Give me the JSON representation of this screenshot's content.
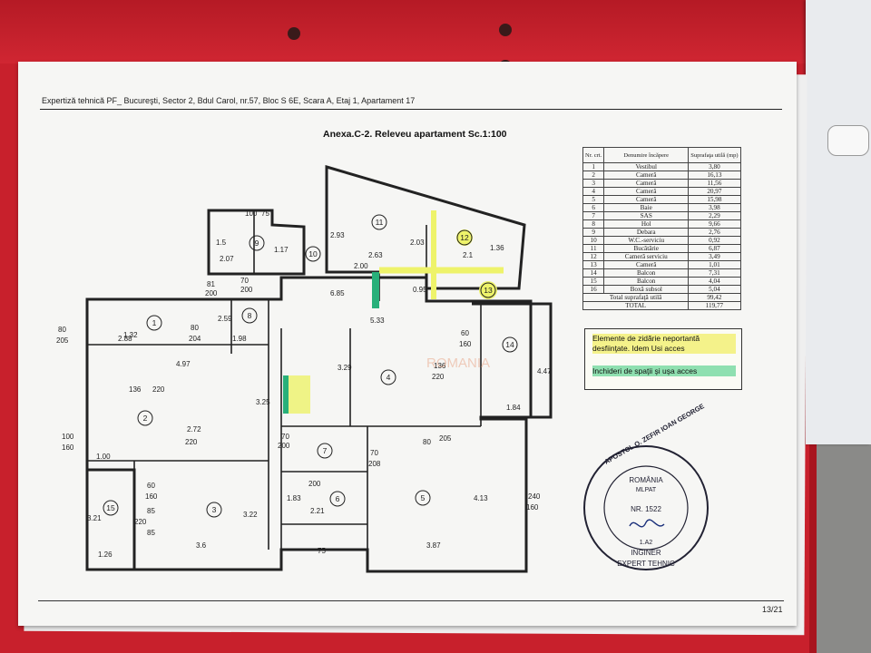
{
  "header": "Expertiză tehnică PF_ Bucureşti, Sector 2, Bdul Carol, nr.57, Bloc S  6E, Scara A, Etaj 1, Apartament 17",
  "title": "Anexa.C-2.  Releveu apartament Sc.1:100",
  "page_number": "13/21",
  "legend": {
    "col_nr": "Nr. crt.",
    "col_name": "Denumire încăpere",
    "col_area": "Suprafaţa utilă (mp)",
    "rows": [
      {
        "nr": "1",
        "name": "Vestibul",
        "area": "3,80"
      },
      {
        "nr": "2",
        "name": "Cameră",
        "area": "16,13"
      },
      {
        "nr": "3",
        "name": "Cameră",
        "area": "11,56"
      },
      {
        "nr": "4",
        "name": "Cameră",
        "area": "20,97"
      },
      {
        "nr": "5",
        "name": "Cameră",
        "area": "15,98"
      },
      {
        "nr": "6",
        "name": "Baie",
        "area": "3,98"
      },
      {
        "nr": "7",
        "name": "SAS",
        "area": "2,29"
      },
      {
        "nr": "8",
        "name": "Hol",
        "area": "9,66"
      },
      {
        "nr": "9",
        "name": "Debara",
        "area": "2,76"
      },
      {
        "nr": "10",
        "name": "W.C.-serviciu",
        "area": "0,92"
      },
      {
        "nr": "11",
        "name": "Bucătărie",
        "area": "6,87"
      },
      {
        "nr": "12",
        "name": "Cameră serviciu",
        "area": "3,49"
      },
      {
        "nr": "13",
        "name": "Cameră",
        "area": "1,01"
      },
      {
        "nr": "14",
        "name": "Balcon",
        "area": "7,31"
      },
      {
        "nr": "15",
        "name": "Balcon",
        "area": "4,04"
      },
      {
        "nr": "16",
        "name": "Boxă subsol",
        "area": "5,04"
      }
    ],
    "total_useful_label": "Total suprafaţă utilă",
    "total_useful": "99,42",
    "total_label": "TOTAL",
    "total": "119,77"
  },
  "notes": {
    "yellow": "Elemente de zidărie neportantă desfiinţate. Idem Usi acces",
    "green": "Inchideri de spaţii şi uşa acces"
  },
  "stamp": {
    "top": "APOSTOL O. ZEFIR IOAN GEORGE",
    "country": "ROMÂNIA",
    "org": "MLPAT",
    "nr": "NR. 1522",
    "code": "1.A2",
    "bottom1": "INGINER",
    "bottom2": "EXPERT TEHNIC"
  },
  "watermark": "ROMANIA",
  "rooms": [
    "1",
    "2",
    "3",
    "4",
    "5",
    "6",
    "7",
    "8",
    "9",
    "10",
    "11",
    "12",
    "13",
    "14",
    "15"
  ],
  "dims": [
    "100",
    "75",
    "1.5",
    "2.07",
    "1.17",
    "2.93",
    "2.63",
    "2.03",
    "1.36",
    "2.1",
    "81",
    "200",
    "70",
    "200",
    "6.85",
    "0.95",
    "80",
    "205",
    "1.32",
    "2.88",
    "80",
    "204",
    "1.98",
    "2.59",
    "4.97",
    "136",
    "220",
    "5.33",
    "60",
    "160",
    "136",
    "220",
    "3.25",
    "3.29",
    "4.47",
    "1.84",
    "2.72",
    "220",
    "70",
    "200",
    "80",
    "205",
    "70",
    "208",
    "100",
    "160",
    "1.00",
    "60",
    "160",
    "85",
    "220",
    "3.21",
    "1.83",
    "2.21",
    "4.13",
    "240",
    "160",
    "3.22",
    "3.6",
    "3.87",
    "85",
    "75",
    "1.26",
    "200",
    "2.00"
  ]
}
